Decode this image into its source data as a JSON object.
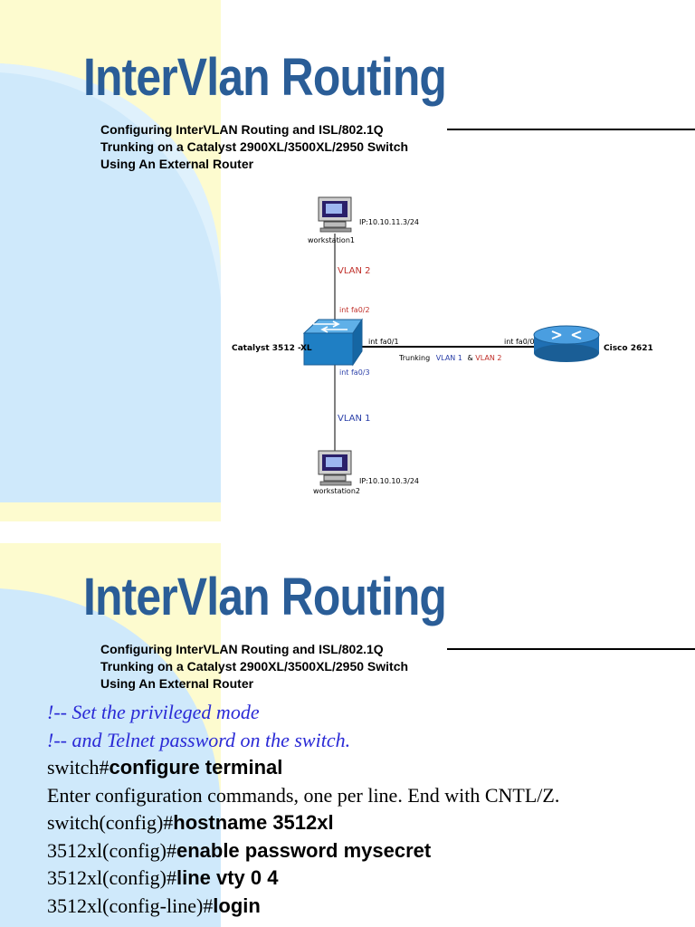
{
  "slide1": {
    "title": "InterVlan Routing",
    "subtitle_lines": [
      "Configuring InterVLAN Routing and ISL/802.1Q",
      "Trunking on a Catalyst 2900XL/3500XL/2950 Switch",
      "Using An External Router"
    ],
    "diagram": {
      "workstation1": {
        "name": "workstation1",
        "ip": "IP:10.10.11.3/24"
      },
      "workstation2": {
        "name": "workstation2",
        "ip": "IP:10.10.10.3/24"
      },
      "switch": {
        "name": "Catalyst 3512 -XL"
      },
      "router": {
        "name": "Cisco 2621"
      },
      "labels": {
        "vlan2": "VLAN 2",
        "vlan1": "VLAN 1",
        "int_fa0_2": "int fa0/2",
        "int_fa0_3": "int fa0/3",
        "int_fa0_1": "int fa0/1",
        "int_fa0_0": "int fa0/0",
        "trunking_prefix": "Trunking",
        "trunk_vlan1": "VLAN 1",
        "trunk_amp": "&",
        "trunk_vlan2": "VLAN 2"
      },
      "colors": {
        "vlan_label": "#c0302a",
        "trunk_vlan1": "#2a3fa8",
        "switch": "#1f7fc4",
        "router": "#2577bf"
      }
    }
  },
  "slide2": {
    "title": "InterVlan Routing",
    "subtitle_lines": [
      "Configuring InterVLAN Routing and ISL/802.1Q",
      "Trunking on a Catalyst 2900XL/3500XL/2950 Switch",
      "Using An External Router"
    ],
    "code_lines": [
      {
        "type": "comment",
        "text": "!-- Set the privileged mode"
      },
      {
        "type": "comment",
        "text": "!-- and Telnet password on the switch."
      },
      {
        "type": "cmd",
        "prompt": "switch#",
        "command": "configure terminal"
      },
      {
        "type": "plain",
        "text": "Enter configuration commands, one per line. End with CNTL/Z."
      },
      {
        "type": "cmd",
        "prompt": "switch(config)#",
        "command": "hostname 3512xl"
      },
      {
        "type": "cmd",
        "prompt": "3512xl(config)#",
        "command": "enable password mysecret"
      },
      {
        "type": "cmd",
        "prompt": "3512xl(config)#",
        "command": "line vty 0 4"
      },
      {
        "type": "cmd",
        "prompt": "3512xl(config-line)#",
        "command": "login"
      }
    ]
  },
  "theme": {
    "title_color": "#2a5d97",
    "deco_blue": "#cfe9fb",
    "deco_yellow": "#fdfbcf"
  }
}
